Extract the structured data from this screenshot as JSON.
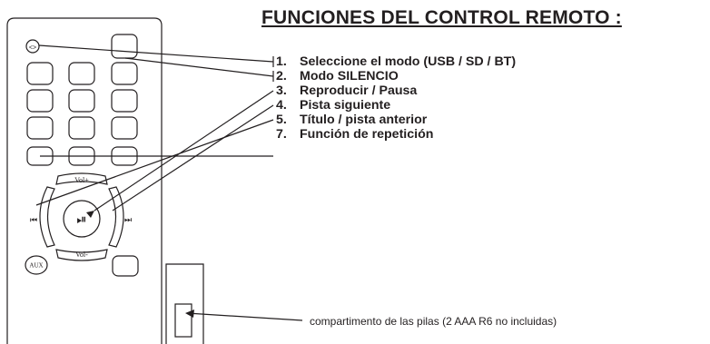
{
  "heading": "FUNCIONES DEL CONTROL REMOTO :",
  "functions": [
    {
      "num": "1.",
      "label": "Seleccione el modo (USB / SD / BT)"
    },
    {
      "num": "2.",
      "label": "Modo SILENCIO"
    },
    {
      "num": "3.",
      "label": "Reproducir / Pausa"
    },
    {
      "num": "4.",
      "label": "Pista siguiente"
    },
    {
      "num": "5.",
      "label": "Título / pista anterior"
    },
    {
      "num": "7.",
      "label": "Función de repetición"
    }
  ],
  "remote": {
    "vol_up_label": "Vol+",
    "vol_down_label": "Vol-",
    "aux_label": "AUX",
    "prev_symbol": "⏮",
    "next_symbol": "⏭",
    "play_pause_symbol": "⏯"
  },
  "battery_caption": "compartimento de las pilas (2 AAA R6 no incluidas)",
  "icons": {
    "mode": "mode-switch-icon",
    "play_pause": "play-pause-icon",
    "prev": "previous-track-icon",
    "next": "next-track-icon"
  },
  "colors": {
    "ink": "#231f20",
    "background": "#ffffff"
  }
}
